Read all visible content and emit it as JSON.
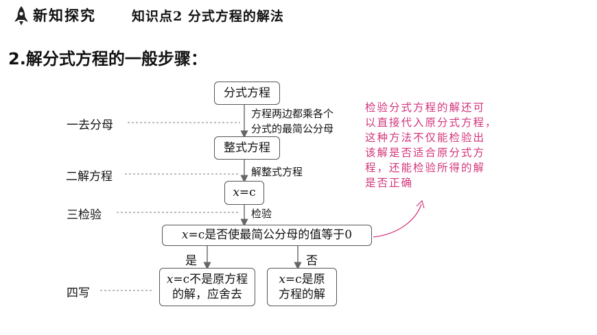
{
  "header": {
    "section": "新知探究",
    "topic": "知识点2  分式方程的解法"
  },
  "title": "2.解分式方程的一般步骤：",
  "steps": {
    "step1": "一去分母",
    "step2": "二解方程",
    "step3": "三检验",
    "step4": "四写"
  },
  "flow": {
    "box1": "分式方程",
    "note1_line1": "方程两边都乘各个",
    "note1_line2": "分式的最简公分母",
    "box2": "整式方程",
    "note2": "解整式方程",
    "box3_var": "x",
    "box3_rest": "=c",
    "note3": "检验",
    "box4_var": "x",
    "box4_rest": "=c是否使最简公分母的值等于0",
    "yes": "是",
    "no": "否",
    "box5_var": "x",
    "box5_line1_rest": "=c不是原方程",
    "box5_line2": "的解，应舍去",
    "box6_var": "x",
    "box6_line1_rest": "=c是原",
    "box6_line2": "方程的解"
  },
  "tip": {
    "color": "#d2347c",
    "lines": [
      "检验分式方程的解还可",
      "以直接代入原分式方程，",
      "这种方法不仅能检验出",
      "该解是否适合原分式方",
      "程，还能检验所得的解",
      "是否正确"
    ]
  }
}
